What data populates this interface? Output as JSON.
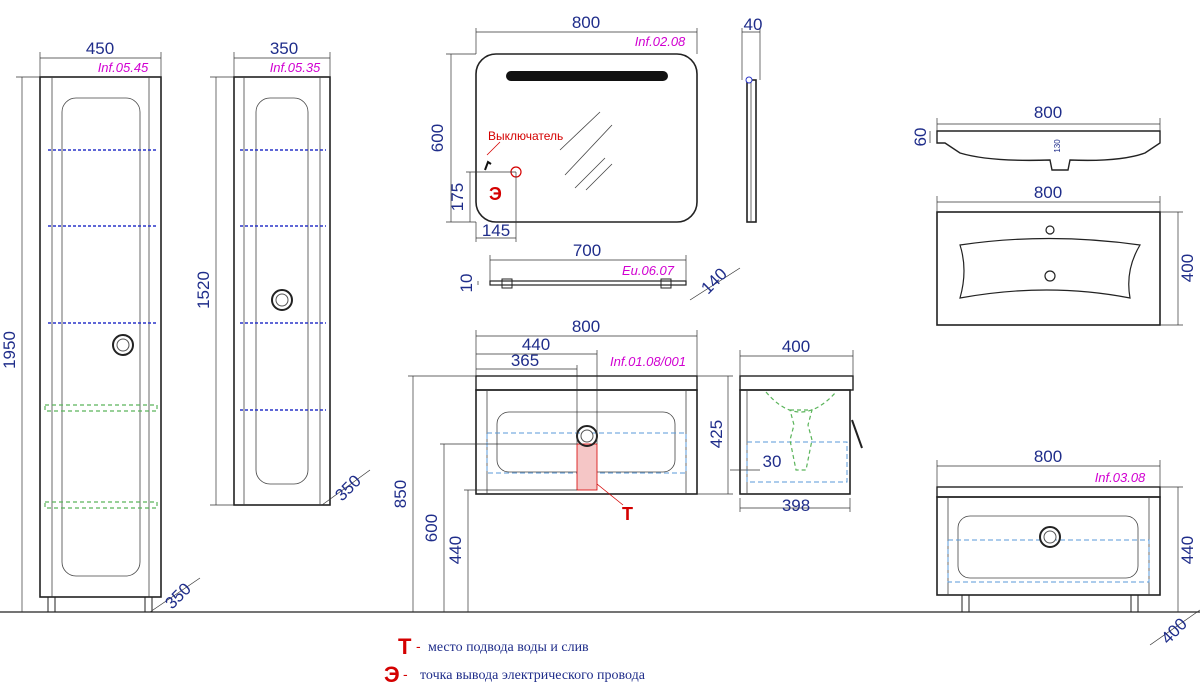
{
  "tall_cabinet_450": {
    "width": "450",
    "height": "1950",
    "depth": "350",
    "ref": "Inf.05.45"
  },
  "tall_cabinet_350": {
    "width": "350",
    "height": "1520",
    "depth": "350",
    "ref": "Inf.05.35"
  },
  "mirror": {
    "width": "800",
    "height": "600",
    "thickness": "40",
    "ref": "Inf.02.08",
    "switch_label": "Выключатель",
    "socket_height": "175",
    "socket_offset": "145",
    "socket_marker": "Э"
  },
  "shelf": {
    "width": "700",
    "thickness": "10",
    "depth": "140",
    "ref": "Eu.06.07"
  },
  "vanity": {
    "width": "800",
    "inner_width": "440",
    "offset": "365",
    "ref": "Inf.01.08/001",
    "height_body": "425",
    "total_height": "850",
    "top_height": "600",
    "bottom_height": "440",
    "water_marker": "Т"
  },
  "vanity_side": {
    "depth": "400",
    "inner_depth": "398",
    "gap": "30"
  },
  "basin": {
    "width": "800",
    "height": "60",
    "depth": "400",
    "inner": "130",
    "top_width": "800"
  },
  "floor_cabinet": {
    "width": "800",
    "height": "440",
    "depth": "400",
    "ref": "Inf.03.08"
  },
  "legend": {
    "water_key": "Т",
    "water_text": "место подвода воды и слив",
    "power_key": "Э",
    "power_text": "точка вывода электрического провода",
    "dash": "-"
  },
  "colors": {
    "dimension": "#1f2d8a",
    "reference": "#d100d1",
    "marker": "#d40000"
  }
}
